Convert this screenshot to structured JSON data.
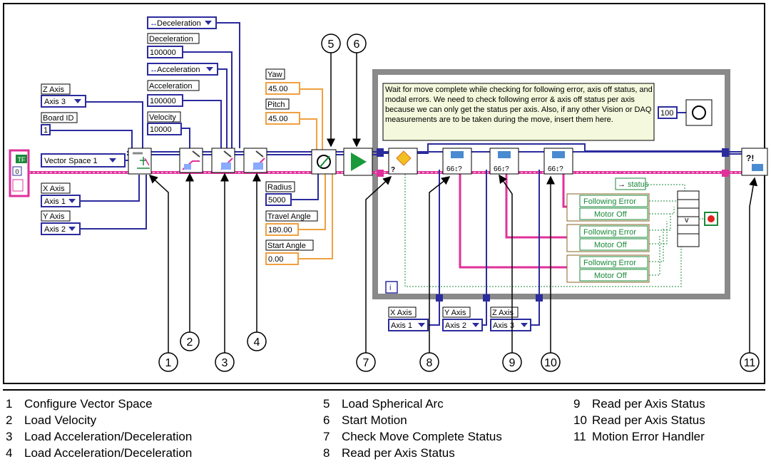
{
  "controls": {
    "z_axis_label": "Z Axis",
    "z_axis_value": "Axis 3",
    "board_id_label": "Board ID",
    "board_id_value": "1",
    "vector_space_value": "Vector Space 1",
    "x_axis_label": "X Axis",
    "x_axis_value": "Axis 1",
    "y_axis_label": "Y Axis",
    "y_axis_value": "Axis 2",
    "error_cluster_tf": "TF",
    "error_cluster_num": "0",
    "decel_mode_value": "Deceleration",
    "decel_label": "Deceleration",
    "decel_value": "100000",
    "accel_mode_value": "Acceleration",
    "accel_label": "Acceleration",
    "accel_value": "100000",
    "velocity_label": "Velocity",
    "velocity_value": "10000",
    "yaw_label": "Yaw",
    "yaw_value": "45.00",
    "pitch_label": "Pitch",
    "pitch_value": "45.00",
    "radius_label": "Radius",
    "radius_value": "5000",
    "travel_angle_label": "Travel Angle",
    "travel_angle_value": "180.00",
    "start_angle_label": "Start Angle",
    "start_angle_value": "0.00"
  },
  "loop": {
    "comment": "Wait for move complete while checking for following error, axis off status, and modal errors. We need to check following error & axis off status per axis because we can only get the status per axis. Also, if any other Vision or DAQ measurements are to be taken during the move, insert them here.",
    "wait_ms": "100",
    "status_label": "status",
    "following_error": "Following Error",
    "motor_off": "Motor Off",
    "iteration": "i",
    "x_axis_label": "X Axis",
    "x_axis_value": "Axis 1",
    "y_axis_label": "Y Axis",
    "y_axis_value": "Axis 2",
    "z_axis_label": "Z Axis",
    "z_axis_value": "Axis 3"
  },
  "callouts": [
    "1",
    "2",
    "3",
    "4",
    "5",
    "6",
    "7",
    "8",
    "9",
    "10",
    "11"
  ],
  "legend": [
    {
      "num": "1",
      "text": "Configure Vector Space"
    },
    {
      "num": "2",
      "text": "Load Velocity"
    },
    {
      "num": "3",
      "text": "Load Acceleration/Deceleration"
    },
    {
      "num": "4",
      "text": "Load Acceleration/Deceleration"
    },
    {
      "num": "5",
      "text": "Load Spherical Arc"
    },
    {
      "num": "6",
      "text": "Start Motion"
    },
    {
      "num": "7",
      "text": "Check Move Complete Status"
    },
    {
      "num": "8",
      "text": "Read per Axis Status"
    },
    {
      "num": "9",
      "text": "Read per Axis Status"
    },
    {
      "num": "10",
      "text": "Read per Axis Status"
    },
    {
      "num": "11",
      "text": "Motion Error Handler"
    }
  ],
  "colors": {
    "ref_wire": "#2b2b9e",
    "error_wire": "#e0309a",
    "float_wire": "#f0a040",
    "bool_wire": "#1a8a3a",
    "loop_border": "#8a8a8a",
    "comment_bg": "#f4f8dc"
  }
}
